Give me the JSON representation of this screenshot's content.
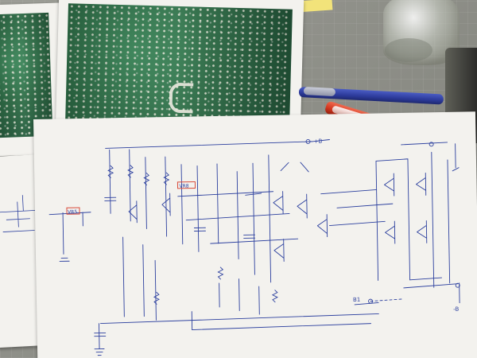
{
  "scene": {
    "description_colors": {
      "desk_mat": "#8f9088",
      "paper": "#f3f2ee",
      "ink": "#2b3f9e",
      "pcb_green": "#2e6e47",
      "red_ink": "#d84a3a",
      "blue_pen": "#2c3a9a",
      "red_pen": "#d2361f",
      "sticky_note": "#f2e37a"
    },
    "schematic_labels": {
      "left_input": "VR5",
      "top_box": "VR8",
      "top_right": "+B",
      "bottom_right": "B1",
      "right_bottom": "-B"
    }
  }
}
